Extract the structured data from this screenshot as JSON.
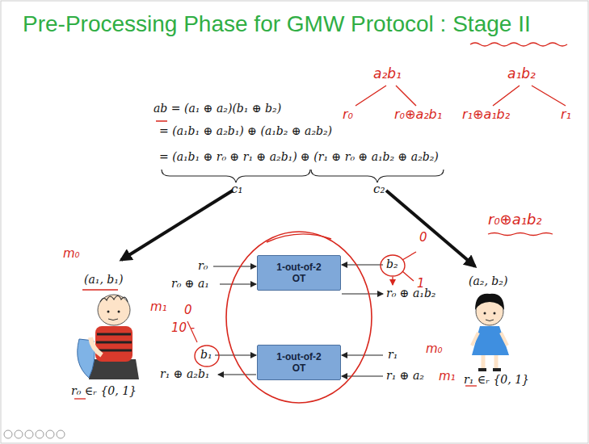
{
  "diagram": {
    "title": "Pre-Processing Phase for GMW Protocol : Stage II",
    "nodes": [
      {
        "text": [
          "1-out-of-2 OT"
        ]
      },
      {
        "text": [
          "1-out-of-2 OT"
        ]
      }
    ],
    "labels": [
      "ab = (a₁ ⊕ a₂)(b₁ ⊕ b₂)",
      "= (a₁b₁ ⊕ a₂b₁) ⊕ (a₁b₂ ⊕ a₂b₂)",
      "= (a₁b₁ ⊕ r₀ ⊕ r₁ ⊕ a₂b₁) ⊕ (r₁ ⊕ r₀ ⊕ a₁b₂ ⊕ a₂b₂)",
      "c₁",
      "c₂",
      "(a₁, b₁)",
      "r₀ ∈ᵣ {0, 1}",
      "(a₂, b₂)",
      "r₁ ∈ᵣ {0, 1}",
      "r₀",
      "r₀ ⊕ a₁",
      "b₂",
      "r₀ ⊕ a₁b₂",
      "b₁",
      "r₁ ⊕ a₂b₁",
      "r₁",
      "r₁ ⊕ a₂",
      "a₂b₁",
      "r₀",
      "r₀⊕a₂b₁",
      "a₁b₂",
      "r₁⊕a₁b₂",
      "r₁",
      "r₀⊕a₁b₂",
      "m₀",
      "m₁",
      "m₀",
      "m₁",
      "0",
      "1",
      "0",
      "10 -"
    ]
  }
}
